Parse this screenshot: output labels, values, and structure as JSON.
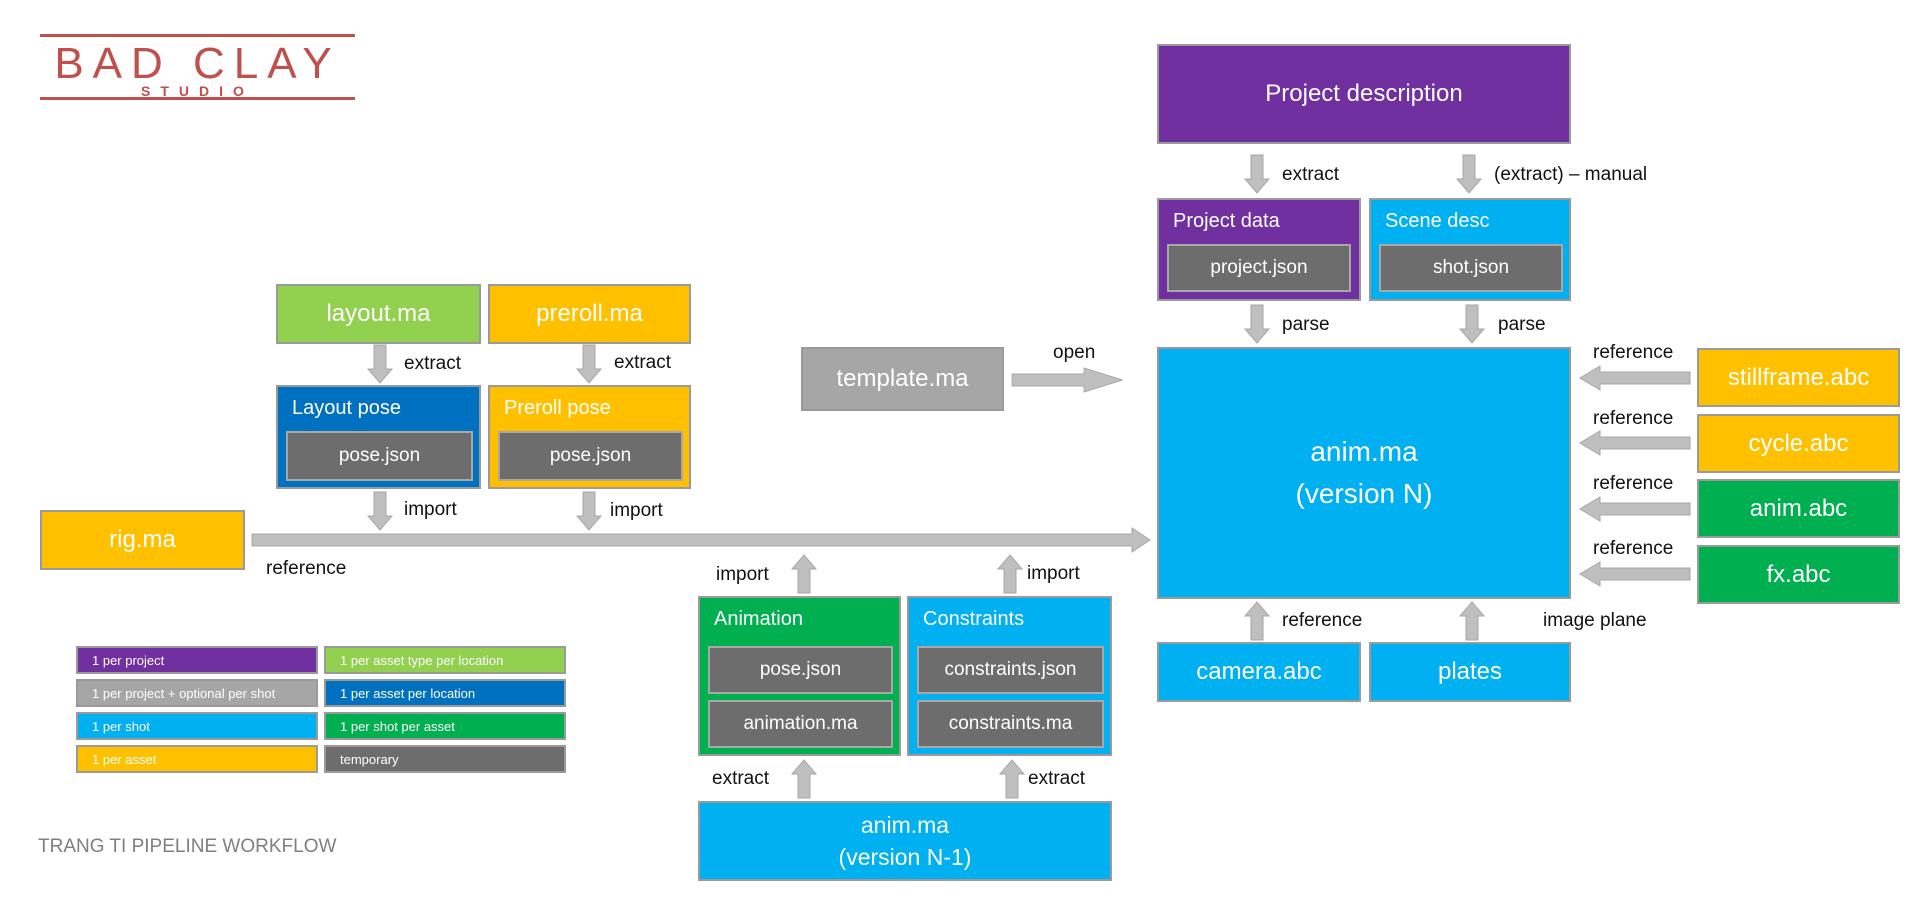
{
  "logo": {
    "line1": "BAD CLAY",
    "line2": "STUDIO"
  },
  "footer_title": "TRANG TI PIPELINE WORKFLOW",
  "colors": {
    "per_project": "#7030a0",
    "per_shot": "#00b0f0",
    "per_asset_per_location": "#0070c0",
    "per_shot_per_asset": "#00b050",
    "per_asset_type_per_location": "#92d050",
    "per_asset": "#ffc000",
    "per_project_optional_per_shot": "#a6a6a6",
    "temporary": "#6d6d6d",
    "logo": "#c0504d"
  },
  "nodes": {
    "project_description": "Project description",
    "project_data": {
      "title": "Project data",
      "file": "project.json"
    },
    "scene_desc": {
      "title": "Scene desc",
      "file": "shot.json"
    },
    "layout_ma": "layout.ma",
    "preroll_ma": "preroll.ma",
    "layout_pose": {
      "title": "Layout pose",
      "file": "pose.json"
    },
    "preroll_pose": {
      "title": "Preroll pose",
      "file": "pose.json"
    },
    "template_ma": "template.ma",
    "anim_ma_n": {
      "line1": "anim.ma",
      "line2": "(version N)"
    },
    "stillframe_abc": "stillframe.abc",
    "cycle_abc": "cycle.abc",
    "anim_abc": "anim.abc",
    "fx_abc": "fx.abc",
    "rig_ma": "rig.ma",
    "animation": {
      "title": "Animation",
      "file1": "pose.json",
      "file2": "animation.ma"
    },
    "constraints": {
      "title": "Constraints",
      "file1": "constraints.json",
      "file2": "constraints.ma"
    },
    "camera_abc": "camera.abc",
    "plates": "plates",
    "anim_ma_n1": {
      "line1": "anim.ma",
      "line2": "(version N-1)"
    }
  },
  "edge_labels": {
    "extract_project": "extract",
    "extract_manual": "(extract) – manual",
    "parse_project": "parse",
    "parse_scene": "parse",
    "extract_layout": "extract",
    "extract_preroll": "extract",
    "open": "open",
    "import_layout": "import",
    "import_preroll": "import",
    "reference_rig": "reference",
    "reference_stillframe": "reference",
    "reference_cycle": "reference",
    "reference_anim": "reference",
    "reference_fx": "reference",
    "import_animation": "import",
    "import_constraints": "import",
    "reference_camera": "reference",
    "image_plane": "image plane",
    "extract_animation": "extract",
    "extract_constraints": "extract"
  },
  "legend": [
    {
      "label": "1 per project",
      "color": "#7030a0"
    },
    {
      "label": "1 per asset type per location",
      "color": "#92d050"
    },
    {
      "label": "1 per project + optional per shot",
      "color": "#a6a6a6"
    },
    {
      "label": "1 per asset per location",
      "color": "#0070c0"
    },
    {
      "label": "1 per shot",
      "color": "#00b0f0"
    },
    {
      "label": "1 per shot per asset",
      "color": "#00b050"
    },
    {
      "label": "1 per asset",
      "color": "#ffc000"
    },
    {
      "label": "temporary",
      "color": "#6d6d6d"
    }
  ]
}
